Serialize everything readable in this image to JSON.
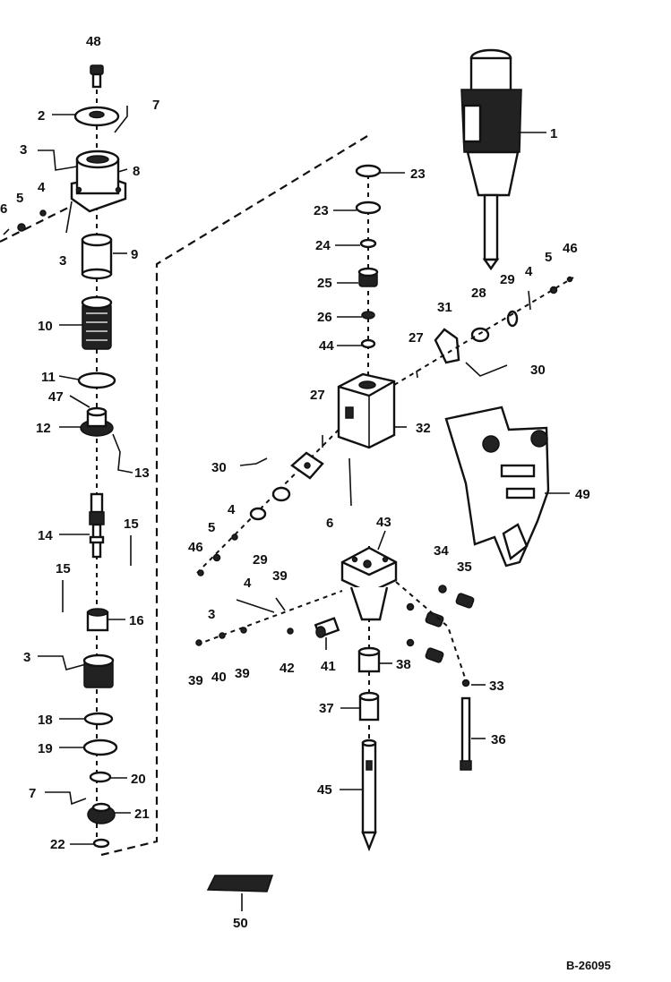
{
  "diagram": {
    "reference_code": "B-26095",
    "callouts": {
      "c1": "1",
      "c2": "2",
      "c3a": "3",
      "c3b": "3",
      "c3c": "3",
      "c3d": "3",
      "c4a": "4",
      "c4b": "4",
      "c4c": "4",
      "c4d": "4",
      "c5a": "5",
      "c5b": "5",
      "c5c": "5",
      "c6a": "6",
      "c6b": "6",
      "c7a": "7",
      "c7b": "7",
      "c8": "8",
      "c9": "9",
      "c10": "10",
      "c11": "11",
      "c12": "12",
      "c13": "13",
      "c14": "14",
      "c15a": "15",
      "c15b": "15",
      "c16": "16",
      "c18": "18",
      "c19": "19",
      "c20": "20",
      "c21": "21",
      "c22": "22",
      "c23a": "23",
      "c23b": "23",
      "c24": "24",
      "c25": "25",
      "c26": "26",
      "c27a": "27",
      "c27b": "27",
      "c28": "28",
      "c29a": "29",
      "c29b": "29",
      "c30a": "30",
      "c30b": "30",
      "c31": "31",
      "c32": "32",
      "c33": "33",
      "c34": "34",
      "c35": "35",
      "c36": "36",
      "c37": "37",
      "c38": "38",
      "c39a": "39",
      "c39b": "39",
      "c39c": "39",
      "c40": "40",
      "c41": "41",
      "c42": "42",
      "c43": "43",
      "c44": "44",
      "c45": "45",
      "c46a": "46",
      "c46b": "46",
      "c47": "47",
      "c48": "48",
      "c49": "49",
      "c50": "50"
    }
  }
}
